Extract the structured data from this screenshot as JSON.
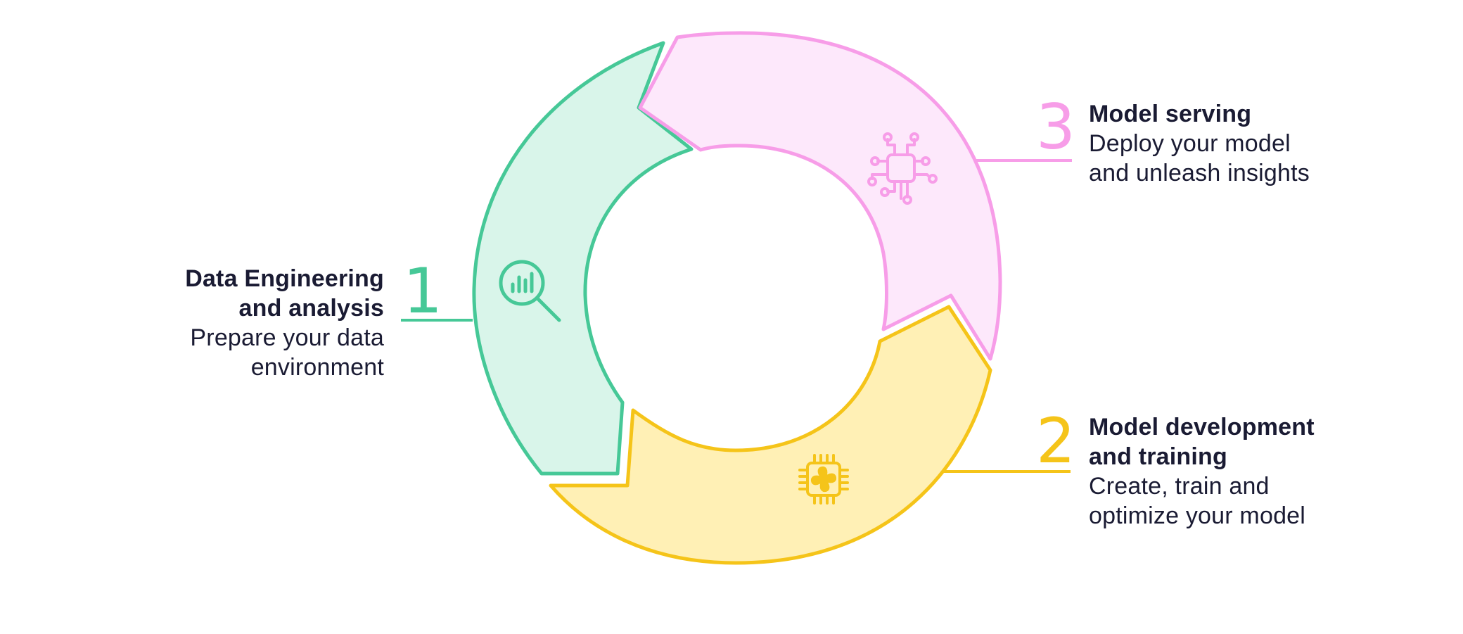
{
  "colors": {
    "green_stroke": "#46c897",
    "green_fill": "#d9f5ea",
    "yellow_stroke": "#f5c419",
    "yellow_fill": "#fff0b5",
    "pink_stroke": "#f79de8",
    "pink_fill": "#fde8fb",
    "text": "#1a1b33"
  },
  "steps": [
    {
      "number": "1",
      "title_line1": "Data Engineering",
      "title_line2": "and analysis",
      "desc_line1": "Prepare your data",
      "desc_line2": "environment",
      "icon": "magnifier-chart-icon"
    },
    {
      "number": "2",
      "title_line1": "Model development",
      "title_line2": "and training",
      "desc_line1": "Create, train and",
      "desc_line2": "optimize your model",
      "icon": "chip-fan-icon"
    },
    {
      "number": "3",
      "title_line1": "Model serving",
      "desc_line1": "Deploy your model",
      "desc_line2": "and unleash insights",
      "icon": "circuit-chip-icon"
    }
  ]
}
